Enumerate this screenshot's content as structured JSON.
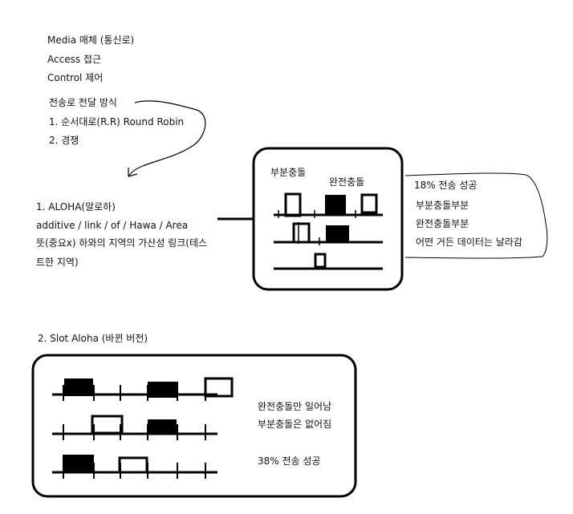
{
  "intro": {
    "lines": [
      "Media 매체 (통신로)",
      "Access 접근",
      "Control 제어"
    ]
  },
  "transmission": {
    "title": "전송로 전달 방식",
    "methods": [
      "1. 순서대로(R.R) Round Robin",
      "2. 경쟁"
    ]
  },
  "aloha": {
    "title": "1. ALOHA(알로하)",
    "etymology": "additive / link / of / Hawa / Area",
    "meaning_line1": "뜻(중요x) 하와의 지역의 가산성 링크(테스",
    "meaning_line2": "트한 지역)",
    "label_partial": "부분충돌",
    "label_full": "완전충돌",
    "note_success": "18% 전송 성공",
    "note_partial": "부분충돌부분",
    "note_full": "완전충돌부분",
    "note_lost": "어떤 거든 데이터는 날라감"
  },
  "slot_aloha": {
    "title": "2. Slot Aloha (바뀐 버전)",
    "note_full_only": "완전충돌만 일어남",
    "note_no_partial": "부분충돌은 없어짐",
    "note_success": "38% 전송 성공"
  },
  "colors": {
    "ink": "#000000",
    "text": "#111111",
    "background": "#ffffff"
  }
}
